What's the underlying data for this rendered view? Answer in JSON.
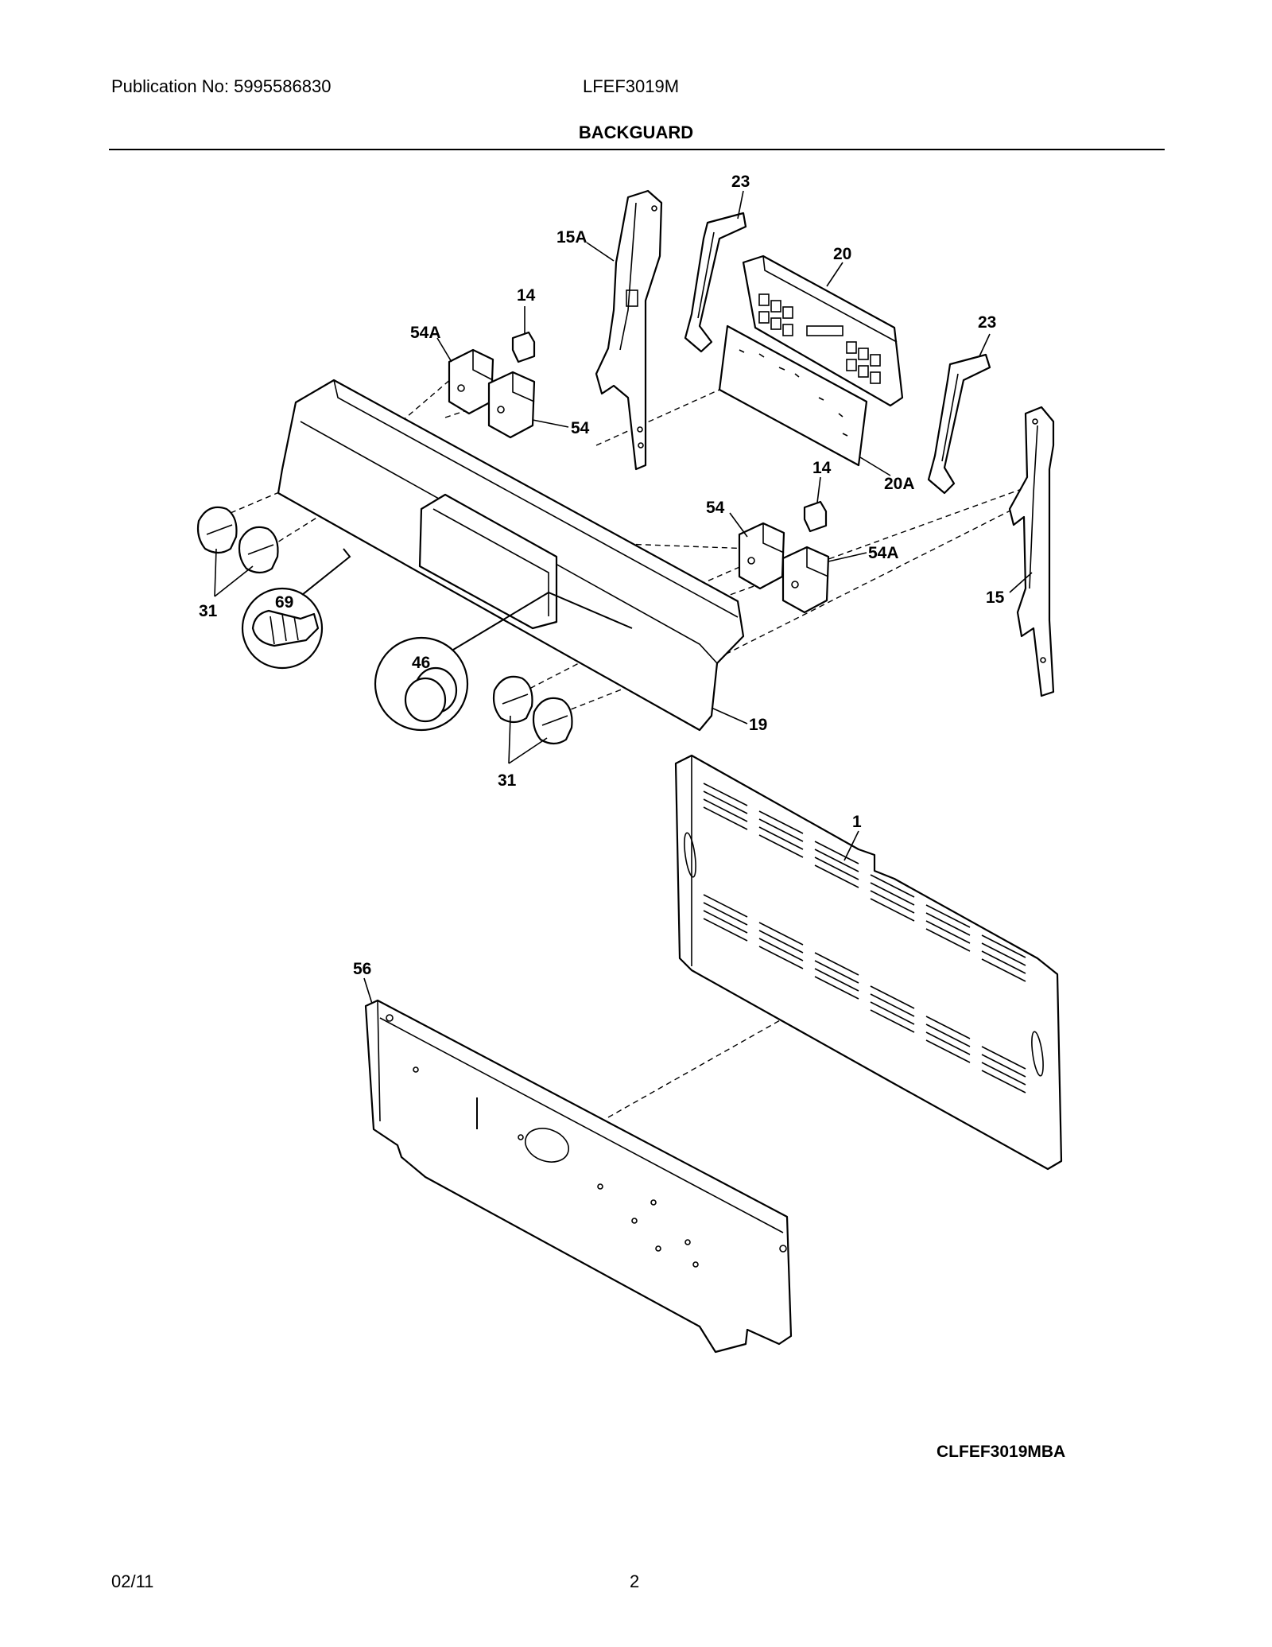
{
  "header": {
    "publication": "Publication No: 5995586830",
    "model": "LFEF3019M",
    "title": "BACKGUARD"
  },
  "callouts": {
    "c23a": "23",
    "c20": "20",
    "c15A": "15A",
    "c14a": "14",
    "c54Aa": "54A",
    "c54a": "54",
    "c23b": "23",
    "c20A": "20A",
    "c14b": "14",
    "c54b": "54",
    "c54Ab": "54A",
    "c15": "15",
    "c31a": "31",
    "c69": "69",
    "c46": "46",
    "c19": "19",
    "c31b": "31",
    "c1": "1",
    "c56": "56"
  },
  "footer": {
    "diagram_code": "CLFEF3019MBA",
    "date": "02/11",
    "page": "2"
  }
}
